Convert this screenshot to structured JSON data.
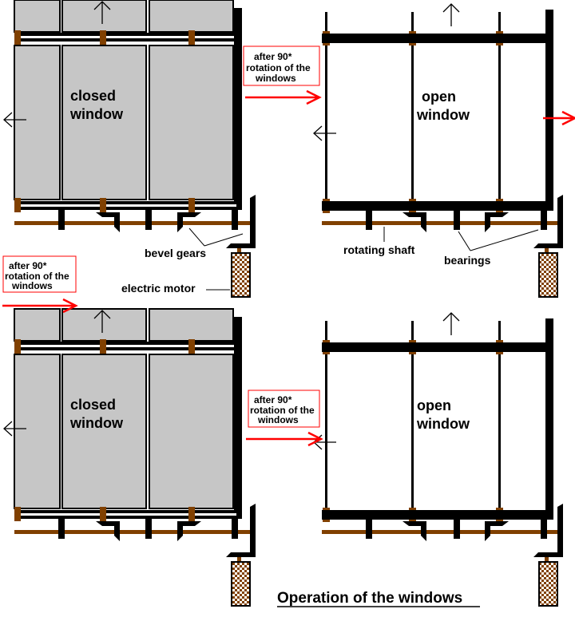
{
  "title": "Operation of the windows",
  "panels": {
    "closed": {
      "line1": "closed",
      "line2": "window"
    },
    "open": {
      "line1": "open",
      "line2": "window"
    }
  },
  "note": {
    "line1": "after 90*",
    "line2": "rotation of the",
    "line3": "windows"
  },
  "labels": {
    "bevel_gears": "bevel gears",
    "electric_motor": "electric motor",
    "rotating_shaft": "rotating shaft",
    "bearings": "bearings"
  },
  "colors": {
    "pane": "#c6c6c6",
    "frame": "#000000",
    "shaft": "#804000",
    "arrow": "#ff0000"
  }
}
